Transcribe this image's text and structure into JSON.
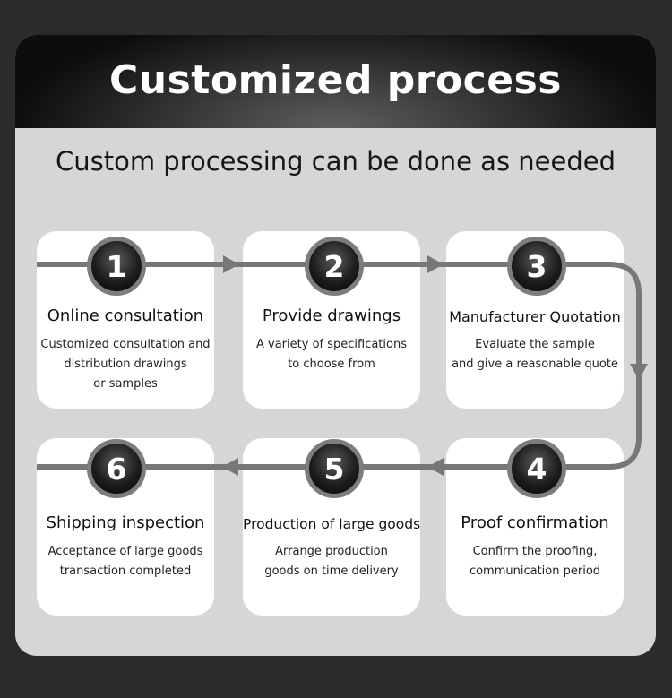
{
  "header": {
    "title": "Customized process",
    "subtitle": "Custom processing can be done as needed"
  },
  "colors": {
    "background": "#2b2b2b",
    "panel": "#d6d6d6",
    "card": "#ffffff",
    "arrow": "#777777",
    "badge_ring": "#7d7d7d"
  },
  "steps": [
    {
      "number": "1",
      "title": "Online consultation",
      "description": "Customized consultation and\ndistribution drawings\nor samples"
    },
    {
      "number": "2",
      "title": "Provide drawings",
      "description": "A variety of specifications\nto choose from"
    },
    {
      "number": "3",
      "title": "Manufacturer Quotation",
      "description": "Evaluate the sample\nand give a reasonable quote"
    },
    {
      "number": "4",
      "title": "Proof confirmation",
      "description": "Confirm the proofing,\ncommunication period"
    },
    {
      "number": "5",
      "title": "Production of large goods",
      "description": "Arrange production\ngoods on time delivery"
    },
    {
      "number": "6",
      "title": "Shipping inspection",
      "description": "Acceptance of large goods\ntransaction completed"
    }
  ]
}
